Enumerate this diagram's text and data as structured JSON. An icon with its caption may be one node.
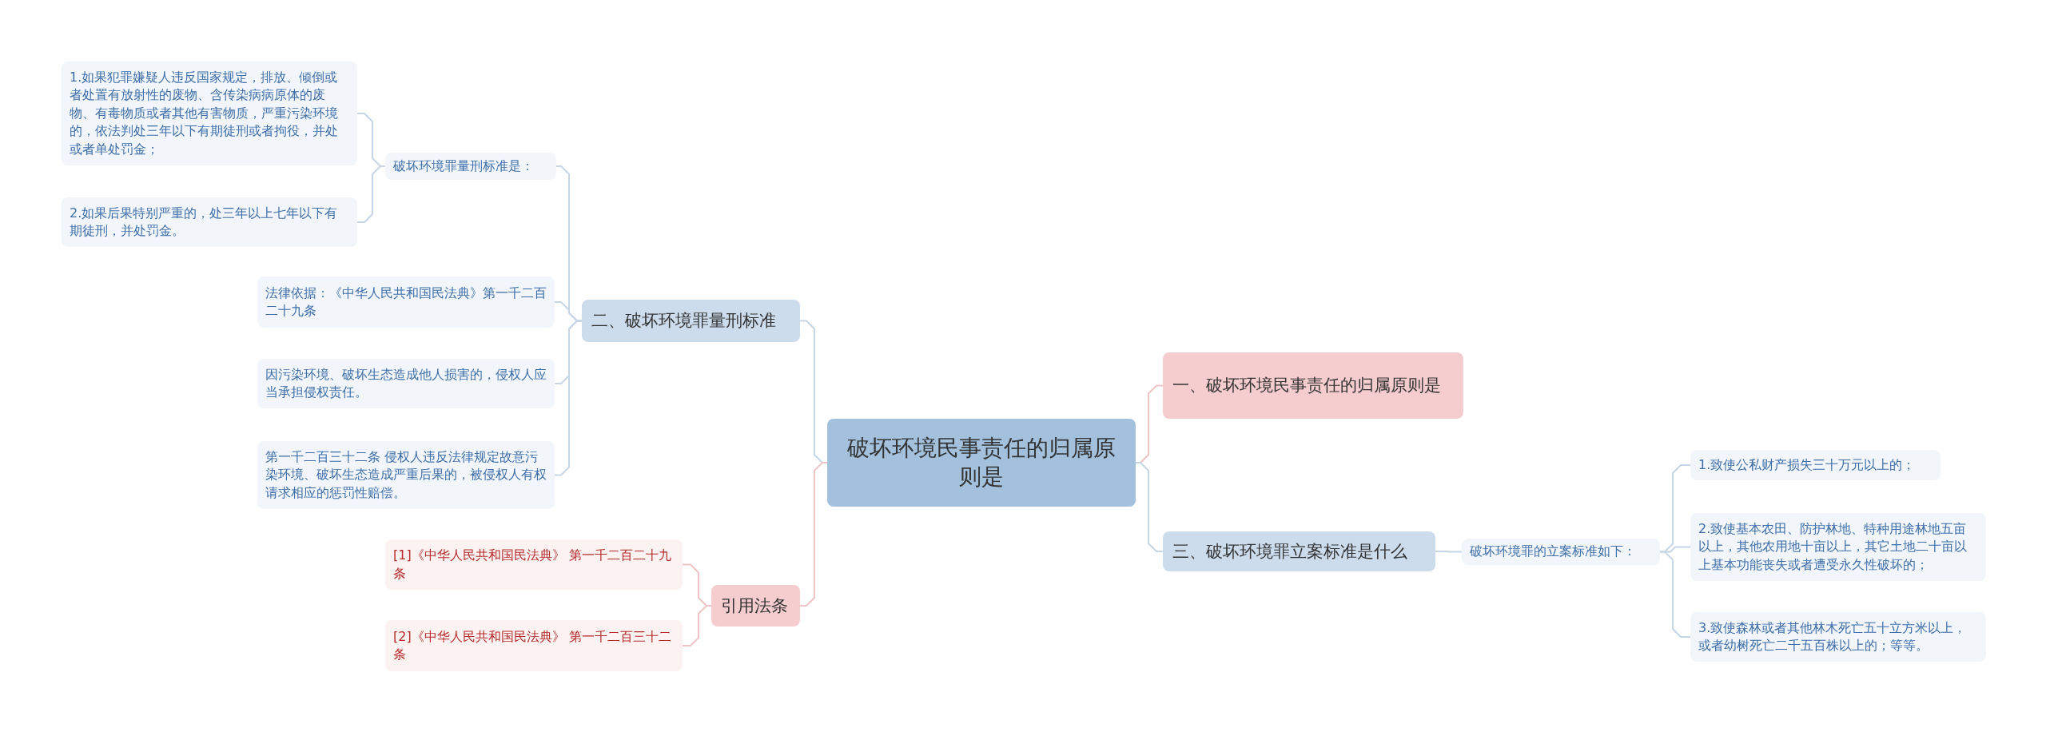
{
  "diagram": {
    "nodes": [
      {
        "text": [
          "破坏环境民事责任的归属原则是"
        ]
      },
      {
        "text": [
          "一、破坏环境民事责任的归属原则是"
        ]
      },
      {
        "text": [
          "三、破坏环境罪立案标准是什么"
        ]
      },
      {
        "text": [
          "破坏环境罪的立案标准如下："
        ]
      },
      {
        "text": [
          "1.致使公私财产损失三十万元以上的；"
        ]
      },
      {
        "text": [
          "2.致使基本农田、防护林地、特种用途林地五亩以上，其他农用地十亩以上，其它土地二十亩以上基本功能丧失或者遭受永久性破坏的；"
        ]
      },
      {
        "text": [
          "3.致使森林或者其他林木死亡五十立方米以上，或者幼树死亡二千五百株以上的；等等。"
        ]
      },
      {
        "text": [
          "二、破坏环境罪量刑标准"
        ]
      },
      {
        "text": [
          "破坏环境罪量刑标准是："
        ]
      },
      {
        "text": [
          "1.如果犯罪嫌疑人违反国家规定，排放、倾倒或者处置有放射性的废物、含传染病病原体的废物、有毒物质或者其他有害物质，严重污染环境的，依法判处三年以下有期徒刑或者拘役，并处或者单处罚金；"
        ]
      },
      {
        "text": [
          "2.如果后果特别严重的，处三年以上七年以下有期徒刑，并处罚金。"
        ]
      },
      {
        "text": [
          "法律依据：《中华人民共和国民法典》第一千二百二十九条"
        ]
      },
      {
        "text": [
          "因污染环境、破坏生态造成他人损害的，侵权人应当承担侵权责任。"
        ]
      },
      {
        "text": [
          "第一千二百三十二条 侵权人违反法律规定故意污染环境、破坏生态造成严重后果的，被侵权人有权请求相应的惩罚性赔偿。"
        ]
      },
      {
        "text": [
          "引用法条"
        ]
      },
      {
        "text": [
          "[1]《中华人民共和国民法典》 第一千二百二十九条"
        ]
      },
      {
        "text": [
          "[2]《中华人民共和国民法典》 第一千二百三十二条"
        ]
      }
    ],
    "edges": [
      {
        "from": 0,
        "to": 1,
        "arrow": "none",
        "color": "#f0c4c6"
      },
      {
        "from": 0,
        "to": 2,
        "arrow": "none"
      },
      {
        "from": 2,
        "to": 3,
        "arrow": "none"
      },
      {
        "from": 3,
        "to": 4,
        "arrow": "none"
      },
      {
        "from": 3,
        "to": 5,
        "arrow": "none"
      },
      {
        "from": 3,
        "to": 6,
        "arrow": "none"
      },
      {
        "from": 0,
        "to": 7,
        "arrow": "none"
      },
      {
        "from": 7,
        "to": 8,
        "arrow": "none"
      },
      {
        "from": 8,
        "to": 9,
        "arrow": "none"
      },
      {
        "from": 8,
        "to": 10,
        "arrow": "none"
      },
      {
        "from": 7,
        "to": 11,
        "arrow": "none"
      },
      {
        "from": 7,
        "to": 12,
        "arrow": "none"
      },
      {
        "from": 7,
        "to": 13,
        "arrow": "none"
      },
      {
        "from": 0,
        "to": 14,
        "arrow": "none",
        "color": "#f0c4c6"
      },
      {
        "from": 14,
        "to": 15,
        "arrow": "none",
        "color": "#f0c4c6"
      },
      {
        "from": 14,
        "to": 16,
        "arrow": "none",
        "color": "#f0c4c6"
      }
    ]
  }
}
